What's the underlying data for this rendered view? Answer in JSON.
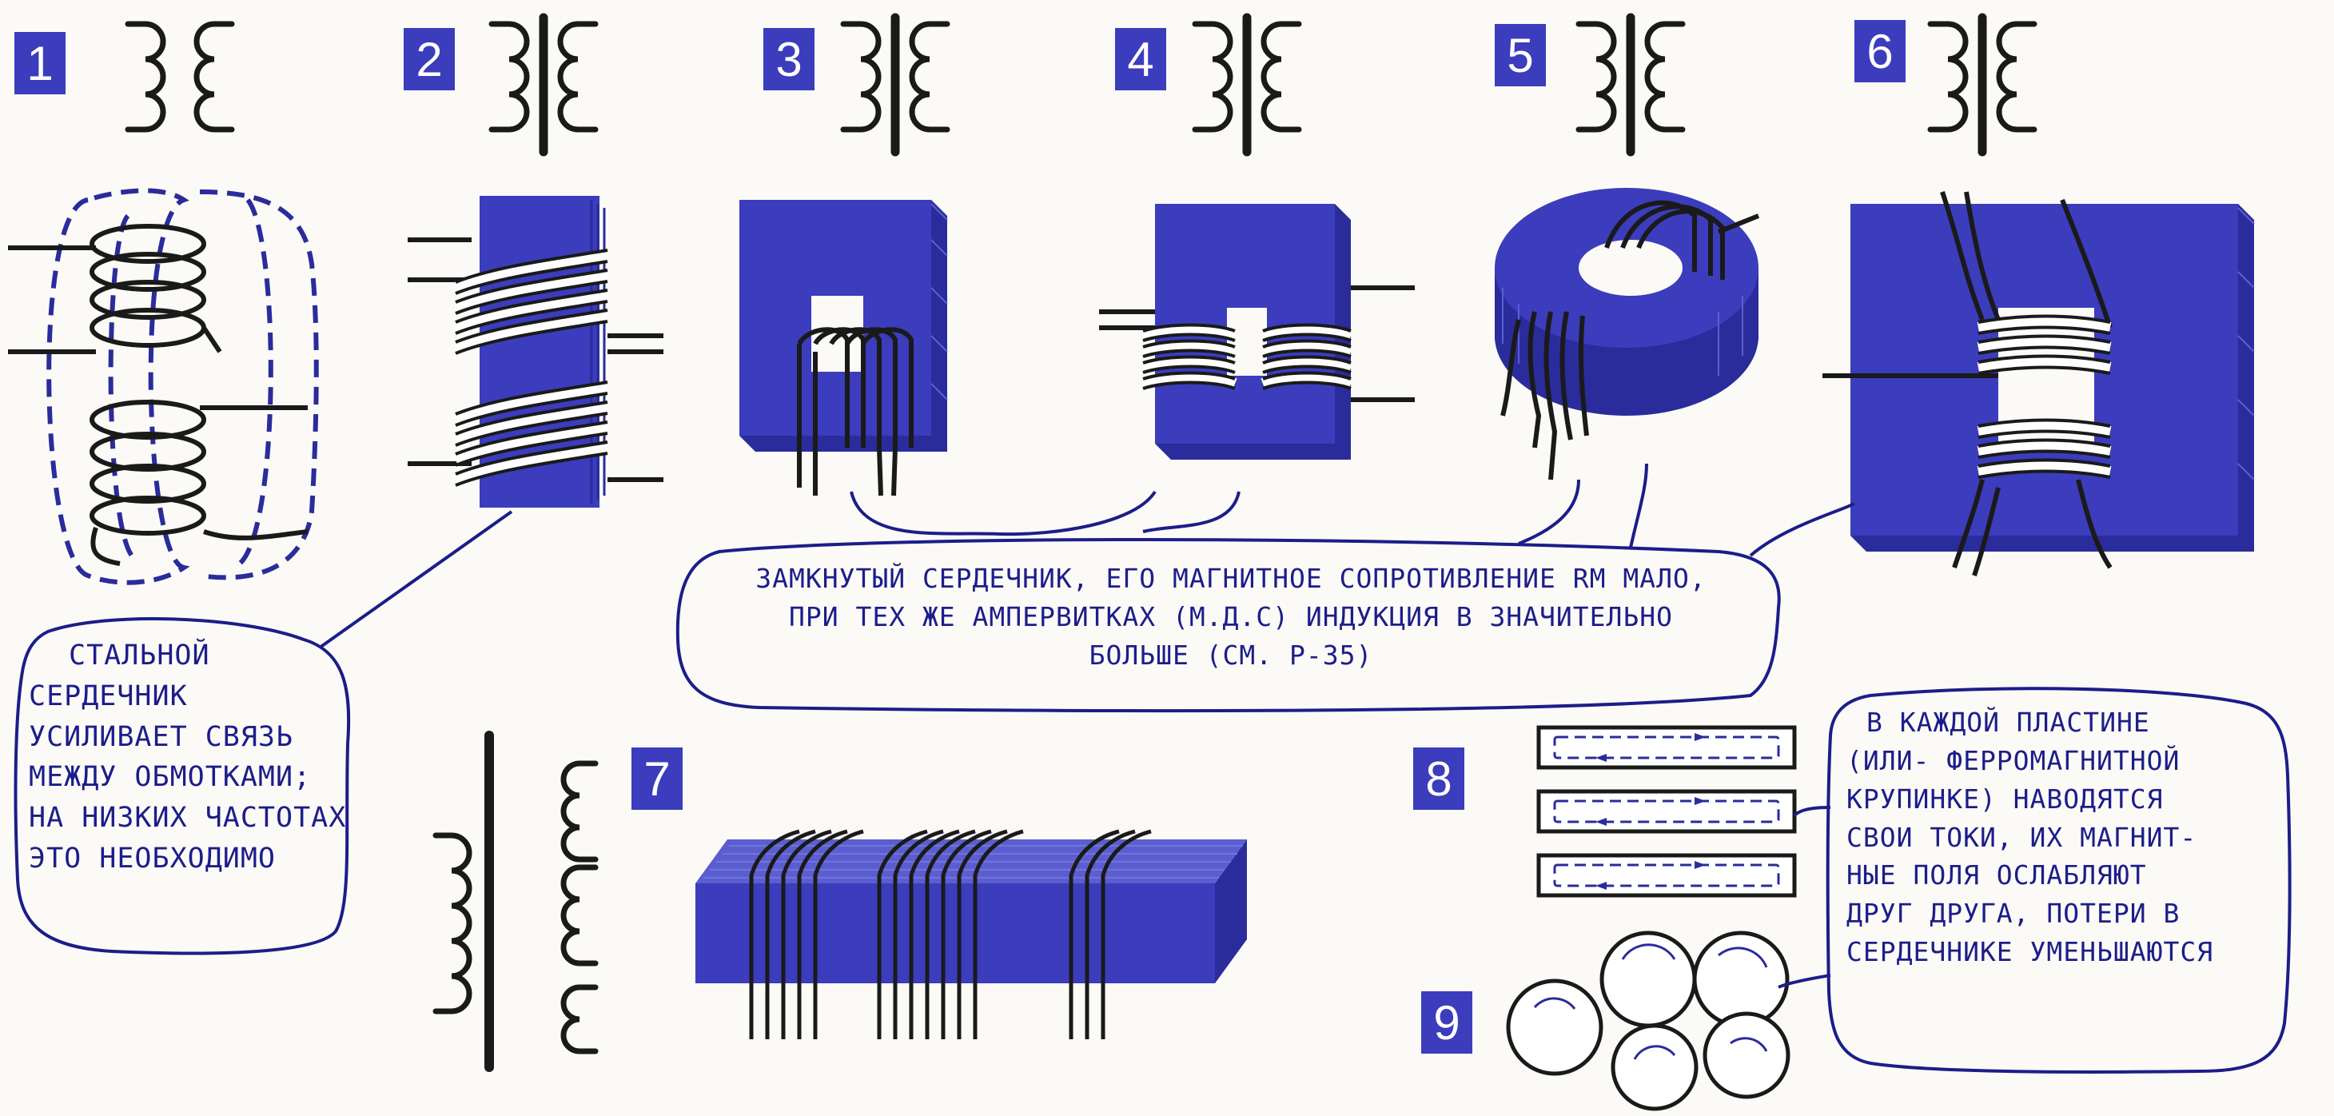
{
  "colors": {
    "core_blue": "#3b3dbd",
    "core_edge": "#2a2c9c",
    "ink": "#1a1a1a",
    "text_blue": "#1c1d8a",
    "paper": "#fbfaf6",
    "badge_blue": "#3b3dbd"
  },
  "badges": [
    "1",
    "2",
    "3",
    "4",
    "5",
    "6",
    "7",
    "8",
    "9"
  ],
  "callouts": {
    "steel_core": {
      "lines": [
        "Стальной",
        "сердечник",
        "усиливает связь",
        "между обмотками;",
        "на низких частотах",
        "это необходимо"
      ]
    },
    "closed_core": {
      "lines": [
        "Замкнутый сердечник, его магнитное сопротивление Rм мало,",
        "при тех же ампервитках (м.д.с) индукция в значительно",
        "больше (см. Р-35)"
      ]
    },
    "eddy": {
      "lines": [
        "В каждой пластине",
        "(или- ферромагнитной",
        "крупинке) наводятся",
        "свои токи, их магнит-",
        "ные поля ослабляют",
        "друг друга, потери в",
        "сердечнике уменьшаются"
      ]
    }
  }
}
